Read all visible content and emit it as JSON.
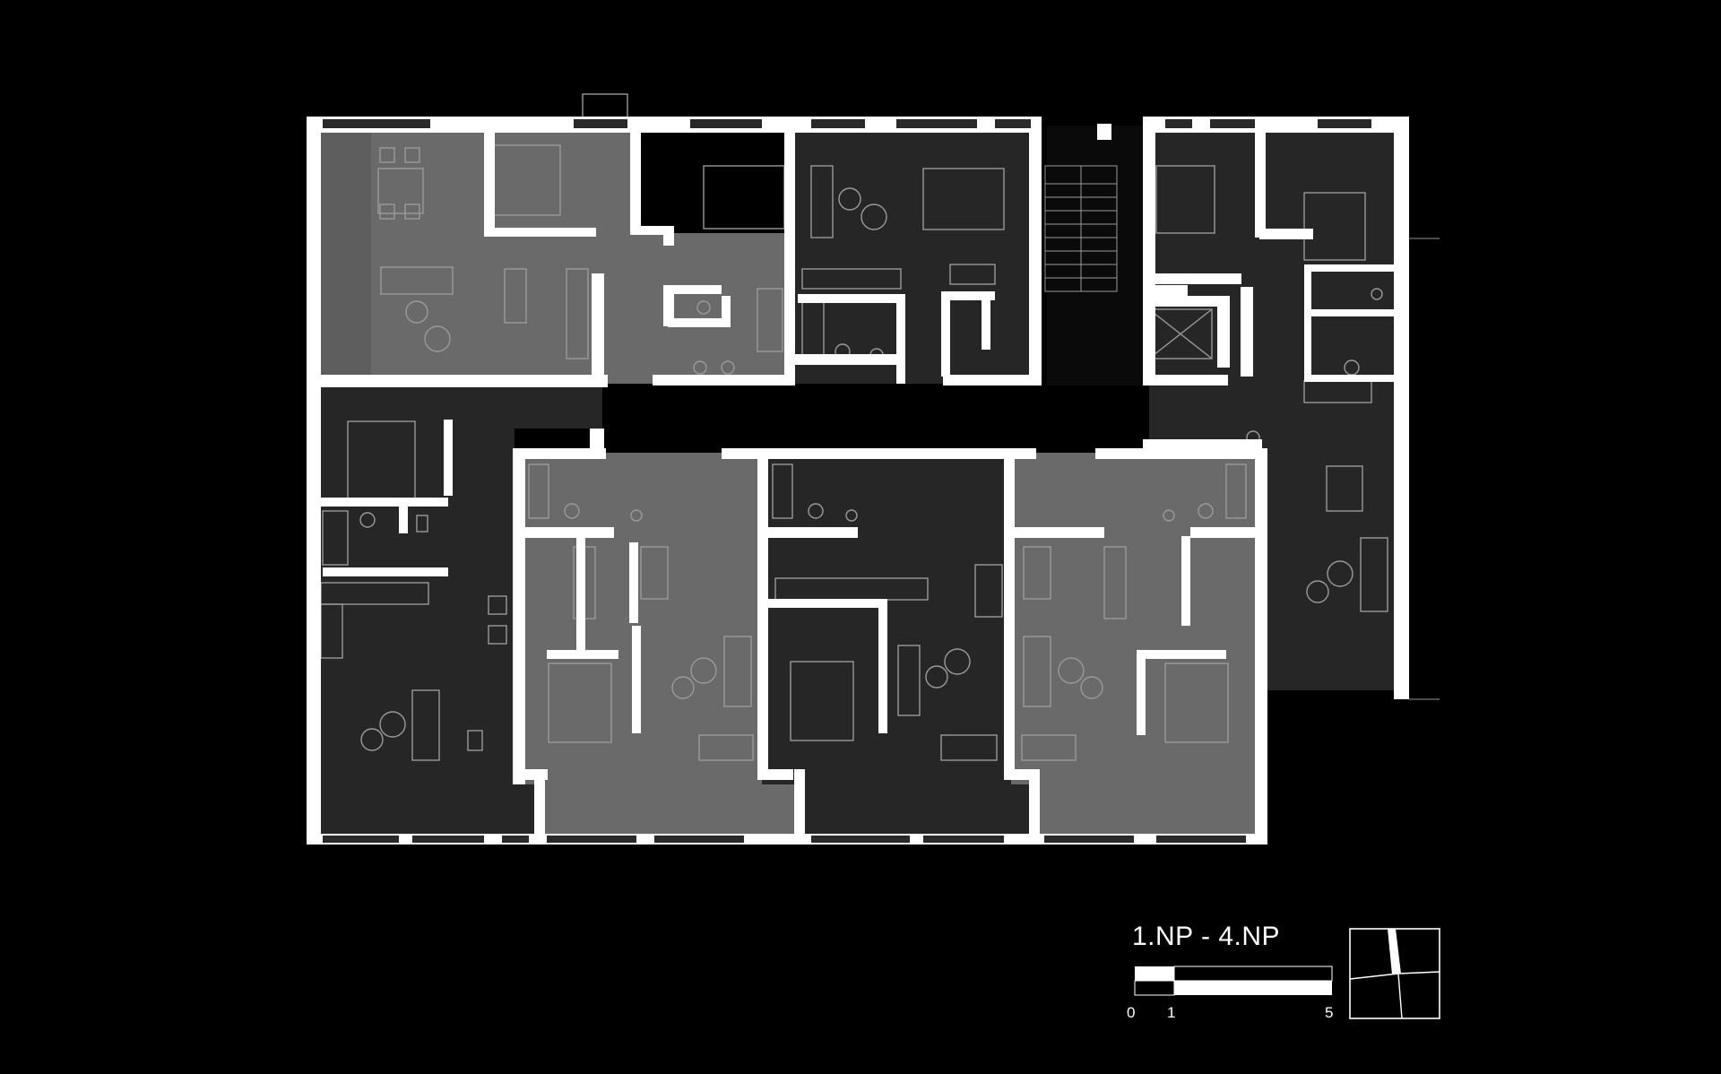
{
  "drawing": {
    "floor_label": "1.NP - 4.NP",
    "scale_bar": {
      "ticks": [
        "0",
        "1",
        "5"
      ]
    },
    "colors": {
      "background": "#000000",
      "walls": "#ffffff",
      "unit_dark": "#262626",
      "unit_light": "#6a6a6a",
      "unit_mid": "#555555",
      "furniture_line": "#9a9a9a"
    },
    "icons": [
      "stair-icon",
      "elevator-icon",
      "north-orientation-icon",
      "scale-bar-icon"
    ]
  }
}
